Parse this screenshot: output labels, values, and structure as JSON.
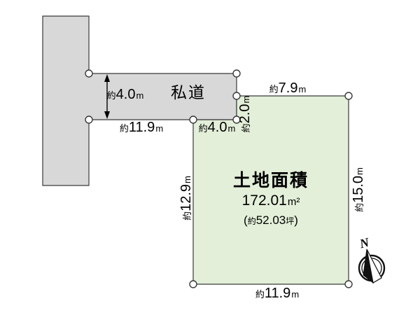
{
  "diagram_title": "土地面積 172.01m² (約52.03坪) 区画図",
  "colors": {
    "background": "#ffffff",
    "road_fill": "#d8d8d8",
    "parcel_fill": "#e3efd9",
    "line": "#3a3a3a",
    "text": "#000000"
  },
  "road": {
    "label": "私道"
  },
  "parcel": {
    "title": "土地面積",
    "area_value": "172.01",
    "area_unit": "m²",
    "tsubo_open": "(",
    "tsubo_prefix": "約",
    "tsubo_value": "52.03",
    "tsubo_unit": "坪",
    "tsubo_close": ")"
  },
  "dimensions": {
    "road_width": {
      "prefix": "約",
      "value": "4.0",
      "unit": "m"
    },
    "road_length": {
      "prefix": "約",
      "value": "11.9",
      "unit": "m"
    },
    "frontage": {
      "prefix": "約",
      "value": "4.0",
      "unit": "m"
    },
    "setback": {
      "prefix": "約",
      "value": "2.0",
      "unit": "m"
    },
    "north_edge": {
      "prefix": "約",
      "value": "7.9",
      "unit": "m"
    },
    "west_edge": {
      "prefix": "約",
      "value": "12.9",
      "unit": "m"
    },
    "east_edge": {
      "prefix": "約",
      "value": "15.0",
      "unit": "m"
    },
    "south_edge": {
      "prefix": "約",
      "value": "11.9",
      "unit": "m"
    }
  },
  "compass": {
    "north_label": "N"
  }
}
